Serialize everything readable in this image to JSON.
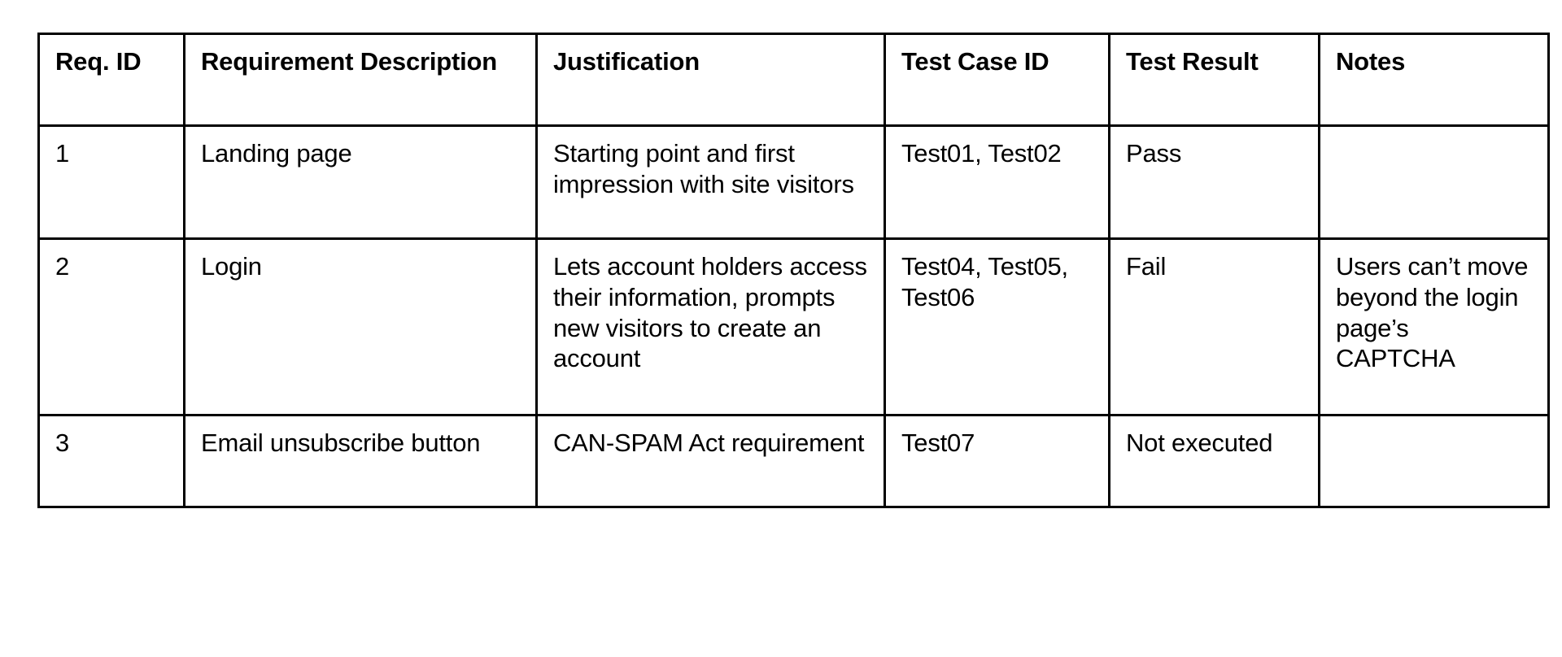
{
  "document": {
    "type": "requirements-traceability-table",
    "background_color": "#ffffff",
    "text_color": "#000000",
    "border_color": "#000000"
  },
  "table": {
    "columns": [
      {
        "key": "req_id",
        "label": "Req. ID"
      },
      {
        "key": "description",
        "label": "Requirement Description"
      },
      {
        "key": "justification",
        "label": "Justification"
      },
      {
        "key": "test_case_id",
        "label": "Test Case ID"
      },
      {
        "key": "test_result",
        "label": "Test Result"
      },
      {
        "key": "notes",
        "label": "Notes"
      }
    ],
    "rows": [
      {
        "req_id": "1",
        "description": "Landing page",
        "justification": "Starting point and first impression with site visitors",
        "test_case_id": "Test01, Test02",
        "test_result": "Pass",
        "notes": ""
      },
      {
        "req_id": "2",
        "description": "Login",
        "justification": "Lets account holders access their information, prompts new visitors to create an account",
        "test_case_id": "Test04, Test05, Test06",
        "test_result": "Fail",
        "notes": "Users can’t move beyond the login page’s CAPTCHA"
      },
      {
        "req_id": "3",
        "description": "Email unsubscribe button",
        "justification": "CAN-SPAM Act requirement",
        "test_case_id": "Test07",
        "test_result": "Not executed",
        "notes": ""
      }
    ]
  }
}
